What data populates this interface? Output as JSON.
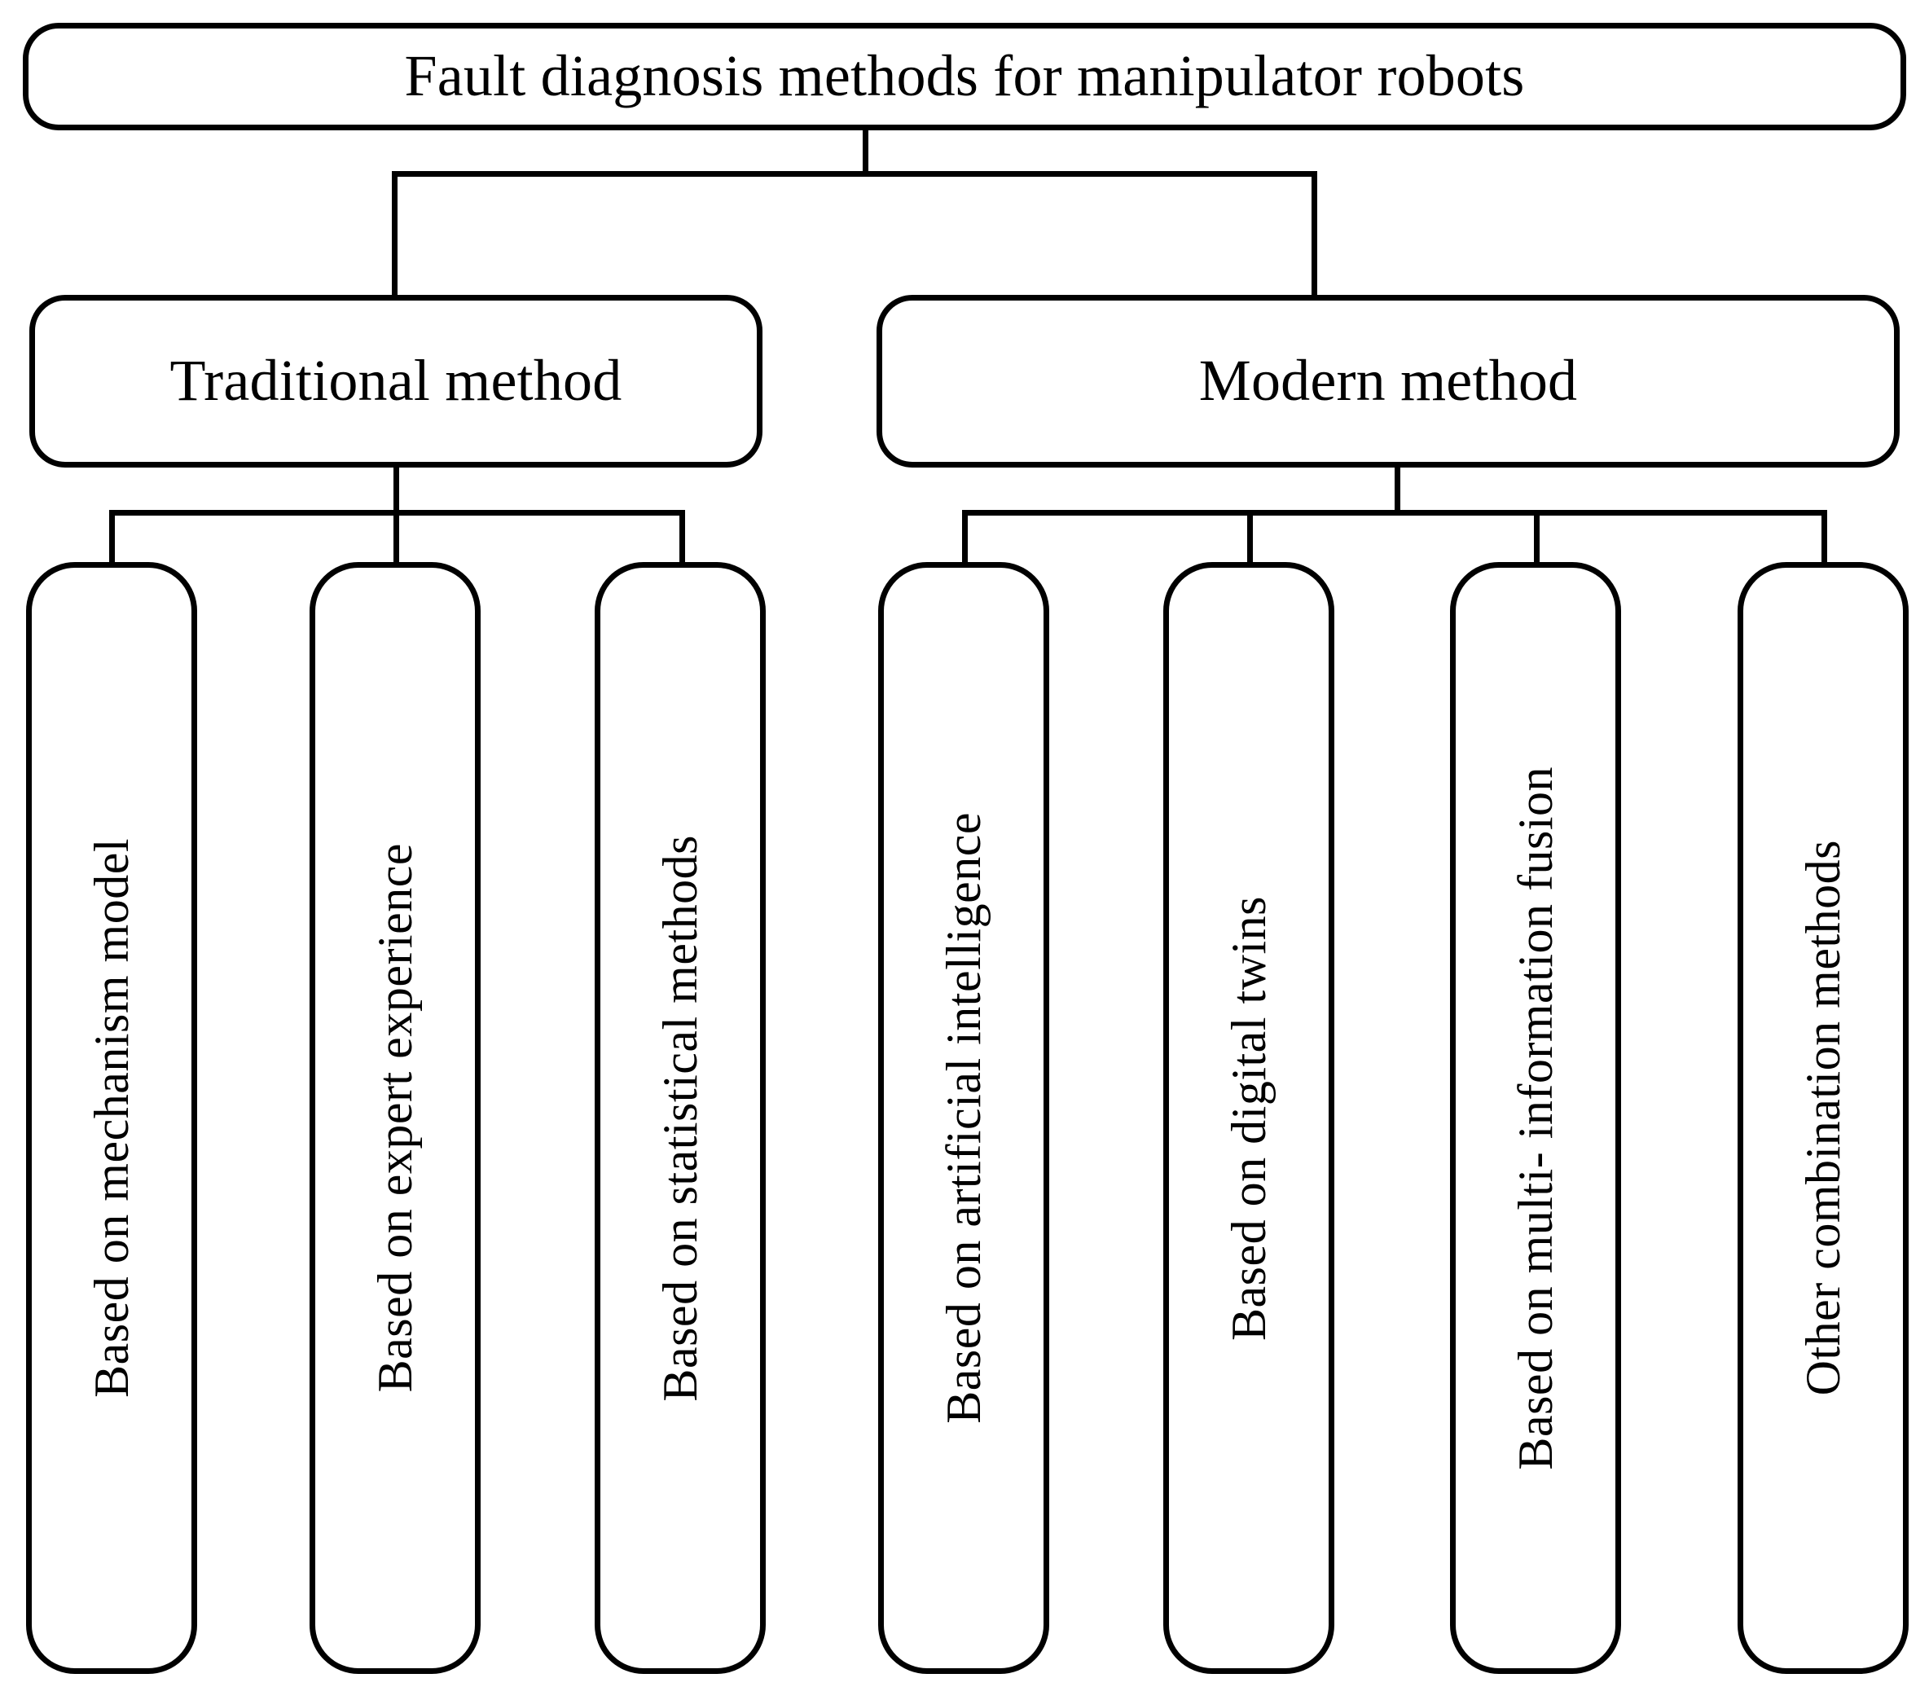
{
  "diagram": {
    "title": "Fault diagnosis methods for manipulator robots",
    "type": "hierarchy-tree",
    "orientation": "top-down",
    "colors": {
      "stroke": "#000000",
      "fill": "#ffffff",
      "text": "#000000"
    },
    "root": {
      "label": "Fault diagnosis methods for manipulator robots"
    },
    "branches": [
      {
        "label": "Traditional method",
        "children": [
          {
            "label": "Based on mechanism model"
          },
          {
            "label": "Based on expert experience"
          },
          {
            "label": "Based on statistical methods"
          }
        ]
      },
      {
        "label": "Modern method",
        "children": [
          {
            "label": "Based on artificial intelligence"
          },
          {
            "label": "Based on digital twins"
          },
          {
            "label": "Based on multi- information fusion"
          },
          {
            "label": "Other combination methods"
          }
        ]
      }
    ]
  }
}
